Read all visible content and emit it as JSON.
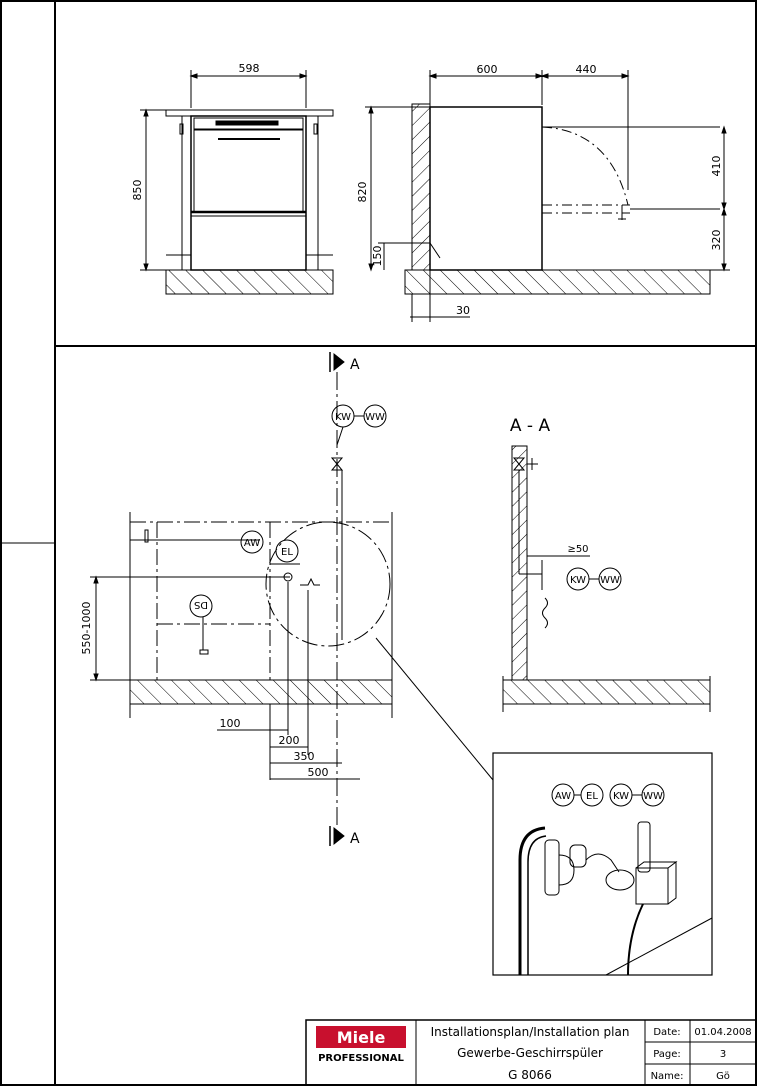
{
  "front_view": {
    "width_dim": "598",
    "height_dim": "850"
  },
  "side_view": {
    "depth_dim": "600",
    "door_dim": "440",
    "height_dim": "820",
    "upper_dim": "410",
    "lower_dim": "320",
    "plinth_dim": "150",
    "wall_gap_dim": "30"
  },
  "plan_view": {
    "section_marker": "A",
    "connections": {
      "kw": "KW",
      "ww": "WW",
      "aw": "AW",
      "el": "EL",
      "ds": "DS"
    },
    "range_dim": "550-1000",
    "dims": [
      "100",
      "200",
      "350",
      "500"
    ]
  },
  "section_view": {
    "title": "A - A",
    "gap_dim": "≥50",
    "kw": "KW",
    "ww": "WW"
  },
  "detail_view": {
    "labels": [
      "AW",
      "EL",
      "KW",
      "WW"
    ]
  },
  "title_block": {
    "brand": "Miele",
    "brand_sub": "PROFESSIONAL",
    "title": "Installationsplan/Installation plan",
    "subtitle": "Gewerbe-Geschirrspüler",
    "model": "G 8066",
    "date_label": "Date:",
    "date_value": "01.04.2008",
    "page_label": "Page:",
    "page_value": "3",
    "name_label": "Name:",
    "name_value": "Gö"
  },
  "colors": {
    "brand_red": "#c8102e",
    "line": "#000000"
  }
}
